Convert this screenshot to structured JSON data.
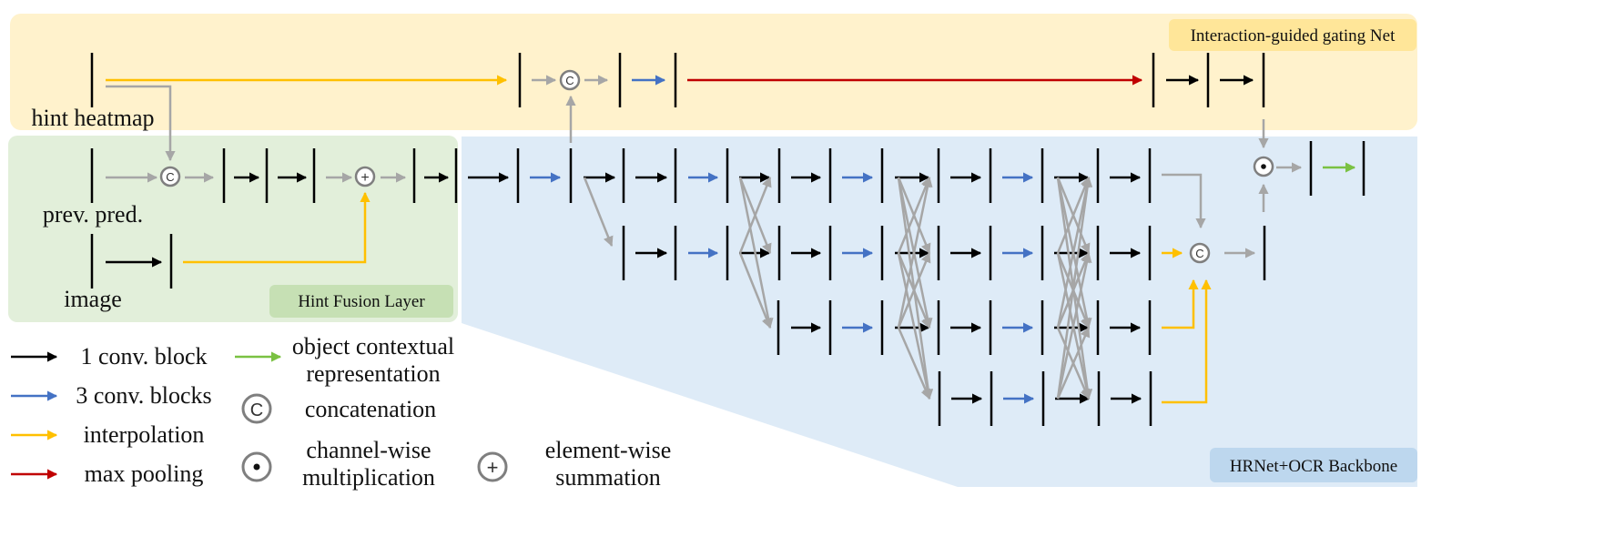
{
  "colors": {
    "conv1": "#000000",
    "conv3": "#4472c4",
    "interp": "#ffc000",
    "maxpool": "#c00000",
    "ocr": "#7ac142",
    "gray": "#a6a6a6",
    "gating_bg": "#fff2cc",
    "gating_tag": "#ffe699",
    "fusion_bg": "#e2efda",
    "fusion_tag": "#c6e0b4",
    "backbone_bg": "#deebf7",
    "backbone_tag": "#bdd7ee"
  },
  "regions": {
    "gating_label": "Interaction-guided gating Net",
    "fusion_label": "Hint Fusion Layer",
    "backbone_label": "HRNet+OCR Backbone"
  },
  "inputs": {
    "hint": "hint heatmap",
    "prev": "prev. pred.",
    "image": "image"
  },
  "symbols": {
    "concat": "C",
    "mult": "•",
    "sum": "+"
  },
  "legend": {
    "conv1": "1 conv. block",
    "conv3": "3 conv. blocks",
    "interp": "interpolation",
    "maxpool": "max pooling",
    "ocr_line1": "object contextual",
    "ocr_line2": "representation",
    "concat": "concatenation",
    "mult_line1": "channel-wise",
    "mult_line2": "multiplication",
    "sum_line1": "element-wise",
    "sum_line2": "summation"
  }
}
